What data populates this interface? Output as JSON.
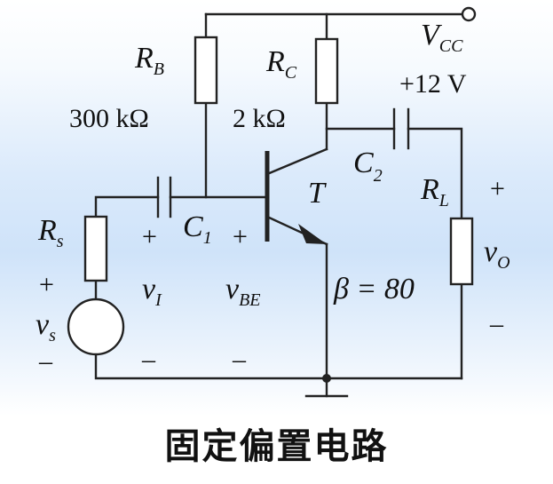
{
  "circuit": {
    "rb": {
      "symbol": "R",
      "sub": "B",
      "value": "300 kΩ"
    },
    "rc": {
      "symbol": "R",
      "sub": "C",
      "value": "2 kΩ"
    },
    "vcc": {
      "symbol": "V",
      "sub": "CC",
      "value": "+12 V"
    },
    "c1": {
      "symbol": "C",
      "sub": "1"
    },
    "c2": {
      "symbol": "C",
      "sub": "2"
    },
    "rl": {
      "symbol": "R",
      "sub": "L"
    },
    "rs": {
      "symbol": "R",
      "sub": "s"
    },
    "transistor": {
      "symbol": "T"
    },
    "beta": "β = 80",
    "vs": {
      "symbol": "v",
      "sub": "s"
    },
    "vi": {
      "symbol": "v",
      "sub": "I"
    },
    "vbe": {
      "symbol": "v",
      "sub": "BE"
    },
    "vo": {
      "symbol": "v",
      "sub": "O"
    },
    "plus": "+",
    "minus": "–"
  },
  "caption": "固定偏置电路"
}
